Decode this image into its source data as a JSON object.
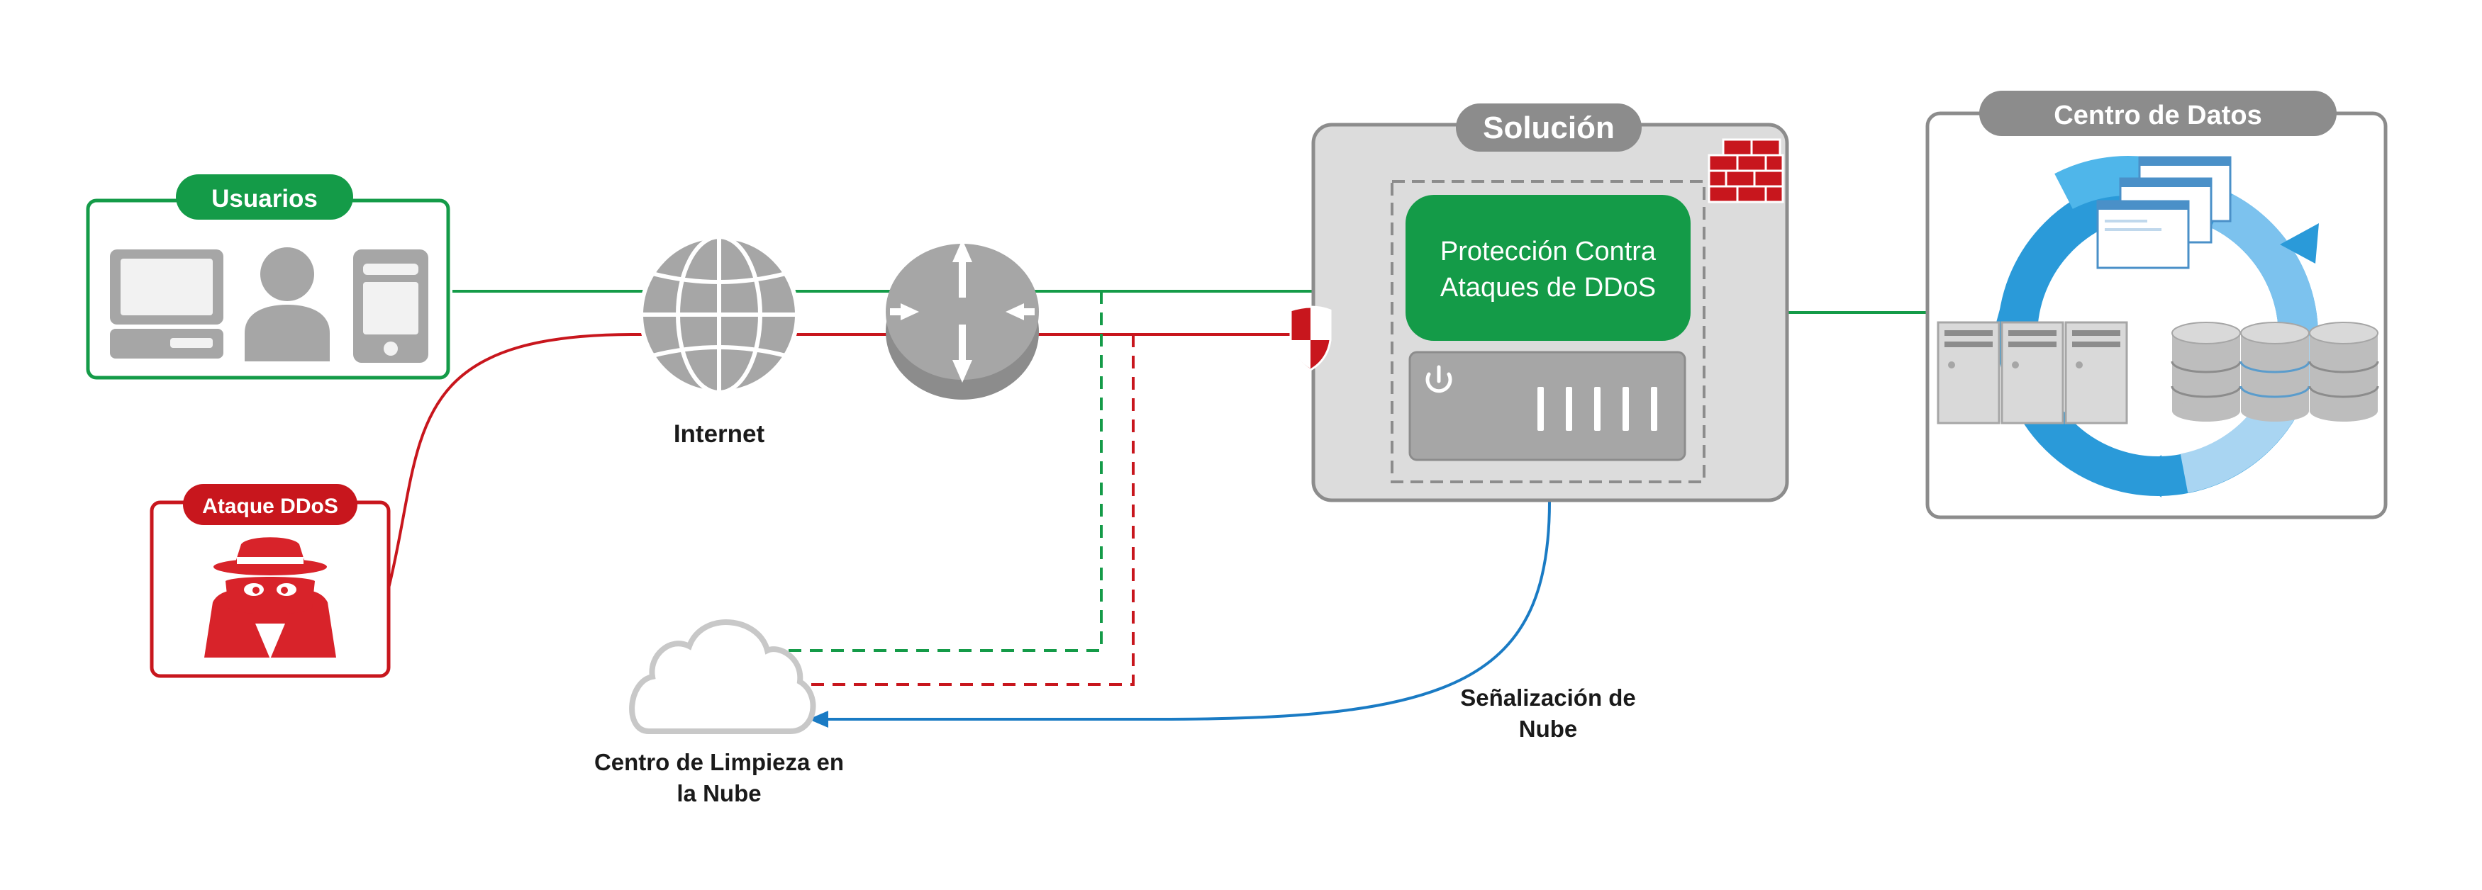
{
  "usuarios": {
    "title": "Usuarios"
  },
  "attack": {
    "title": "Ataque DDoS"
  },
  "internet": {
    "label": "Internet"
  },
  "solution": {
    "title": "Solución",
    "protection_line1": "Protección Contra",
    "protection_line2": "Ataques de DDoS"
  },
  "datacenter": {
    "title": "Centro de Datos"
  },
  "scrubbing": {
    "line1": "Centro de Limpieza en",
    "line2": "la Nube"
  },
  "signaling": {
    "line1": "Señalización de",
    "line2": "Nube"
  },
  "colors": {
    "green": "#149b48",
    "red": "#c8161d",
    "blue": "#1a7bc4",
    "grey": "#8c8c8c",
    "light_grey": "#d9d9d9",
    "cycle_dark": "#2a9ad9",
    "cycle_light": "#7cc2ee"
  }
}
